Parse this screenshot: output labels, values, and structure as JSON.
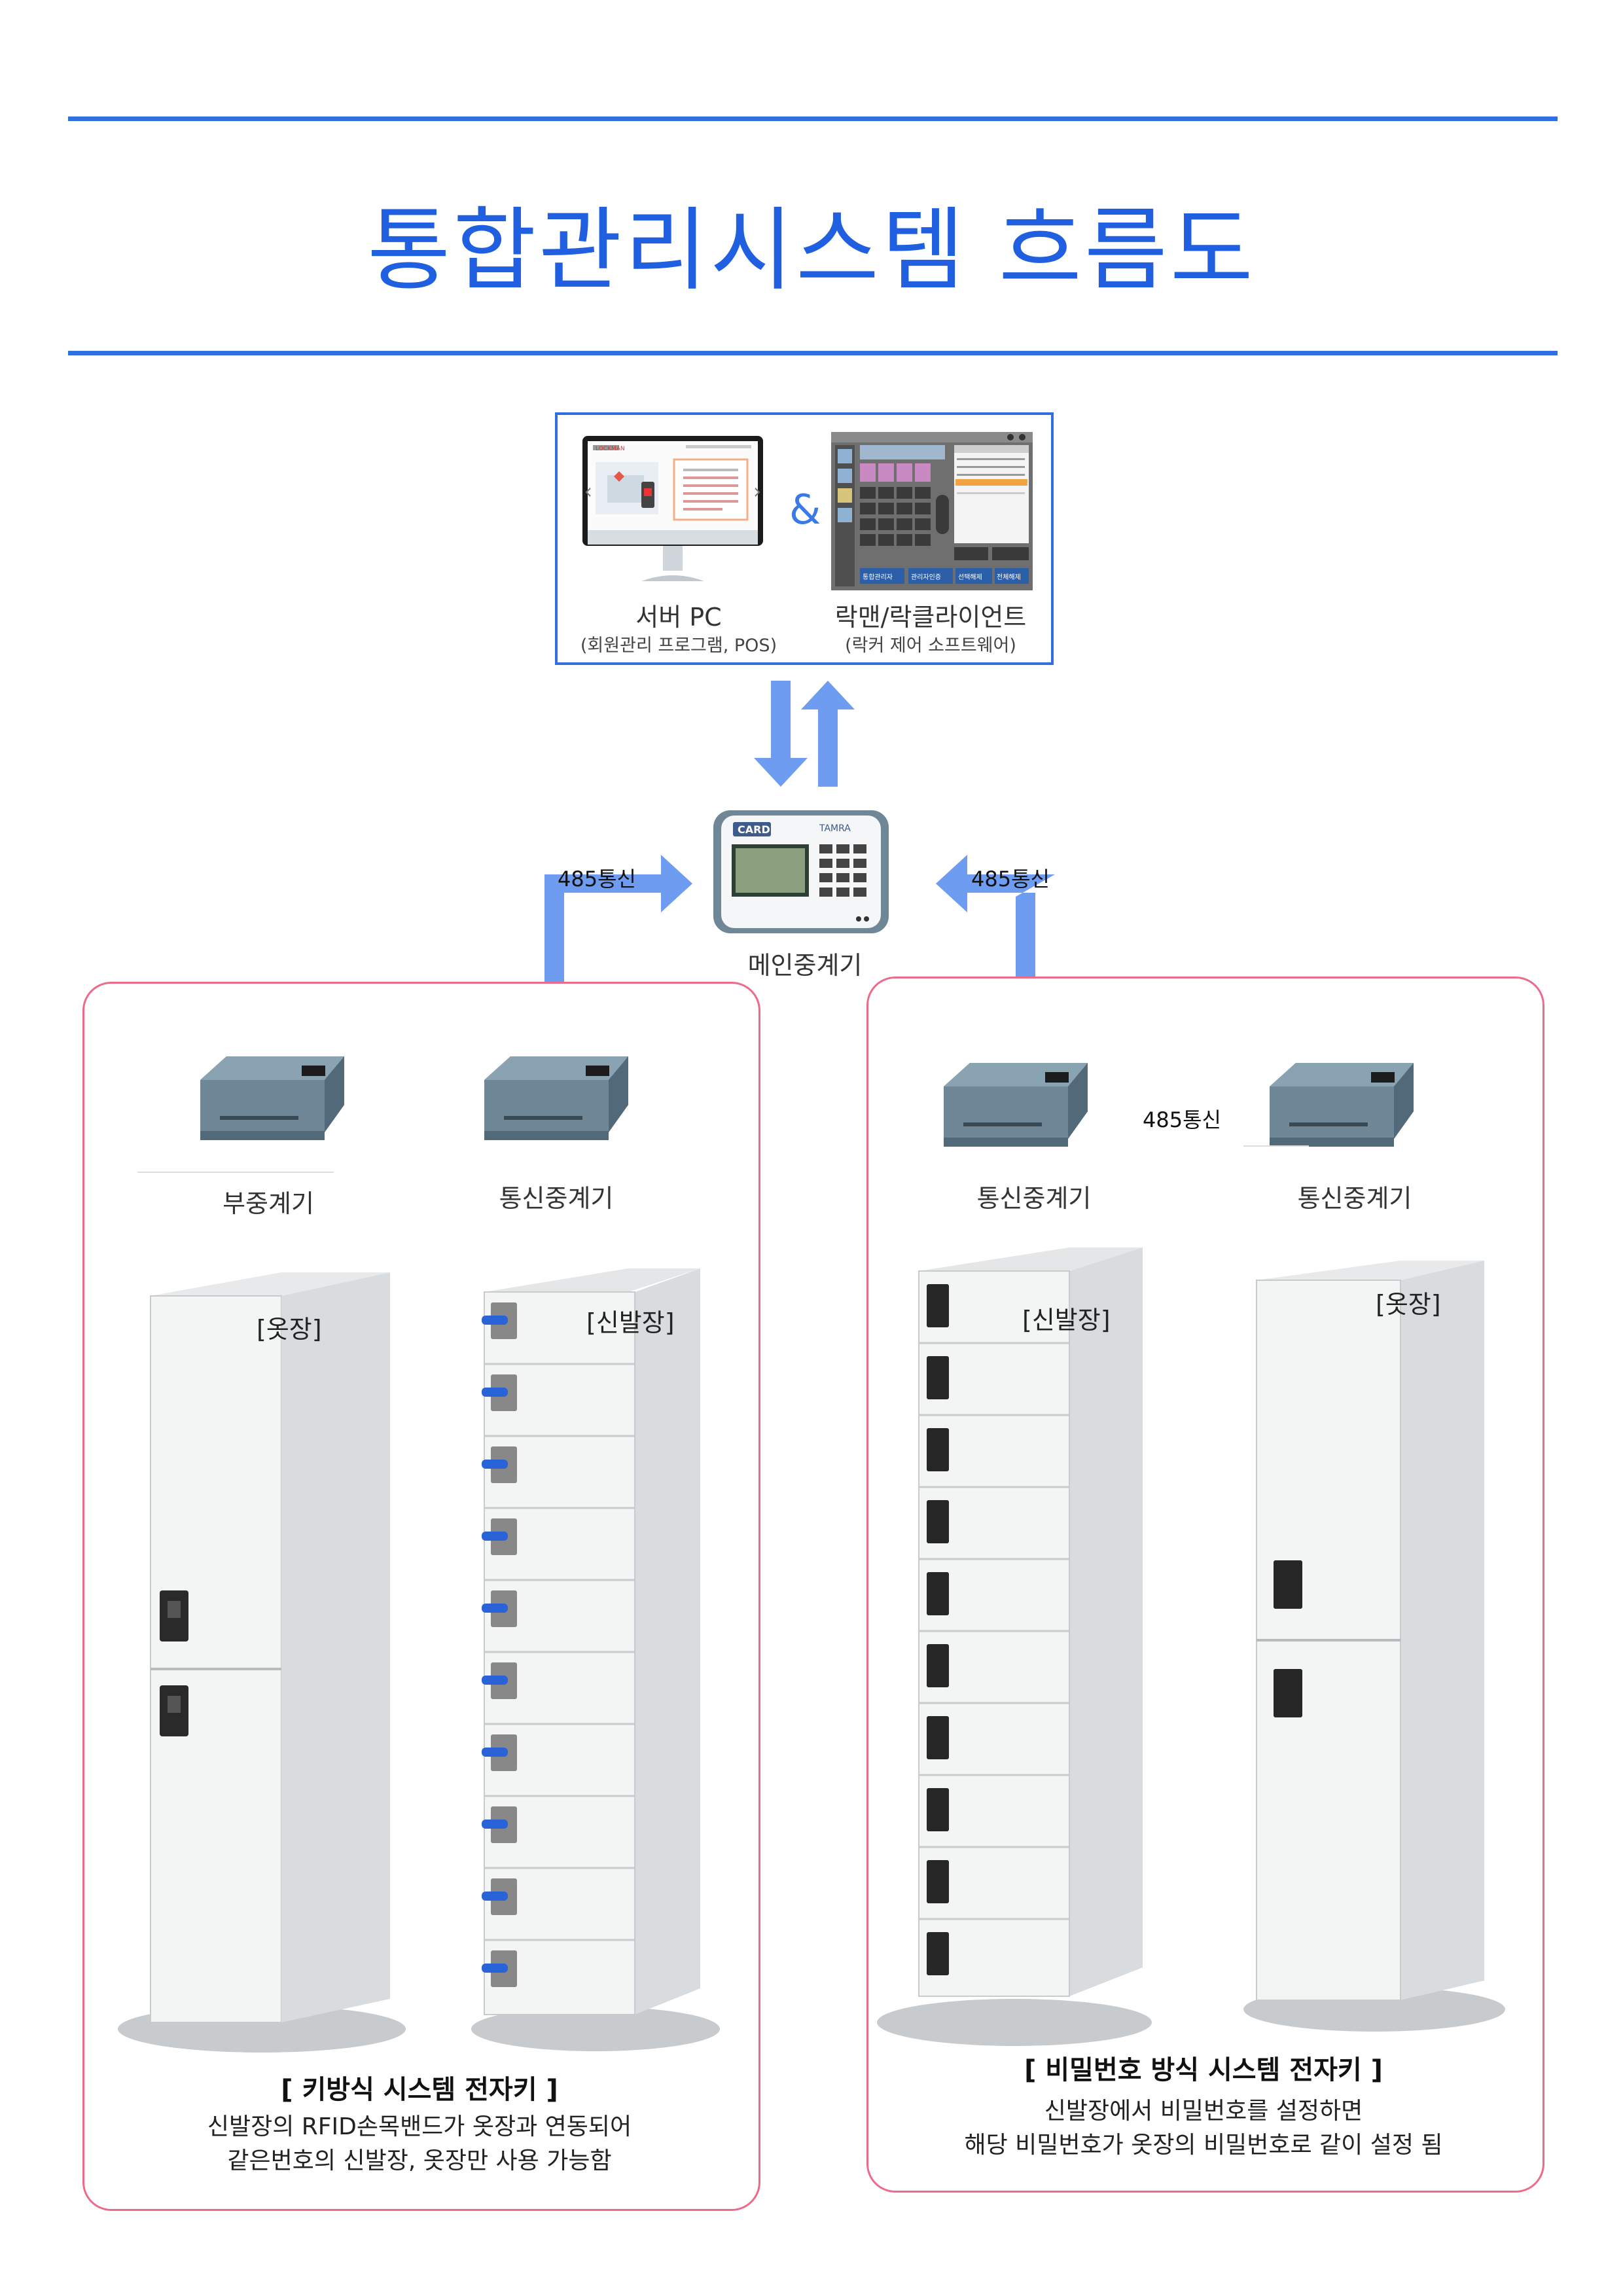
{
  "title": "통합관리시스템 흐름도",
  "top": {
    "server_label": "서버 PC",
    "server_sub": "(회원관리 프로그램, POS)",
    "amp": "&",
    "client_label": "락맨/락클라이언트",
    "client_sub": "(락커 제어 소프트웨어)",
    "monitor_brand": "LOCKMAN",
    "client_btn_left": "통합관리자",
    "client_btn_mid": "관리자인증",
    "client_btn_r1": "선택해제",
    "client_btn_r2": "전체해제"
  },
  "main_relay": {
    "label": "메인중계기",
    "card_text": "CARD",
    "brand_text": "TAMRA"
  },
  "comm_label": "485통신",
  "left_panel": {
    "sub_relay_label": "부중계기",
    "comm_relay_label": "통신중계기",
    "wardrobe_tag": "[옷장]",
    "shoe_tag": "[신발장]",
    "caption_title": "[ 키방식 시스템 전자키 ]",
    "caption_line1": "신발장의 RFID손목밴드가 옷장과 연동되어",
    "caption_line2": "같은번호의 신발장, 옷장만 사용 가능함"
  },
  "right_panel": {
    "comm_relay_label_1": "통신중계기",
    "comm_relay_label_2": "통신중계기",
    "shoe_tag": "[신발장]",
    "wardrobe_tag": "[옷장]",
    "caption_title": "[ 비밀번호 방식 시스템 전자키 ]",
    "caption_line1": "신발장에서 비밀번호를 설정하면",
    "caption_line2": "해당 비밀번호가 옷장의 비밀번호로 같이 설정 됨"
  },
  "colors": {
    "accent_blue": "#2f6fe0",
    "arrow_blue": "#6d9cf0",
    "panel_pink": "#ec6a8a",
    "relay_gray": "#6f8797",
    "cabinet_white": "#f1f2f2",
    "band_blue": "#2a63d8"
  },
  "icons": {
    "relay": "relay-box-icon",
    "main_relay": "main-relay-terminal-icon",
    "monitor": "monitor-icon",
    "tablet": "touch-panel-icon"
  }
}
